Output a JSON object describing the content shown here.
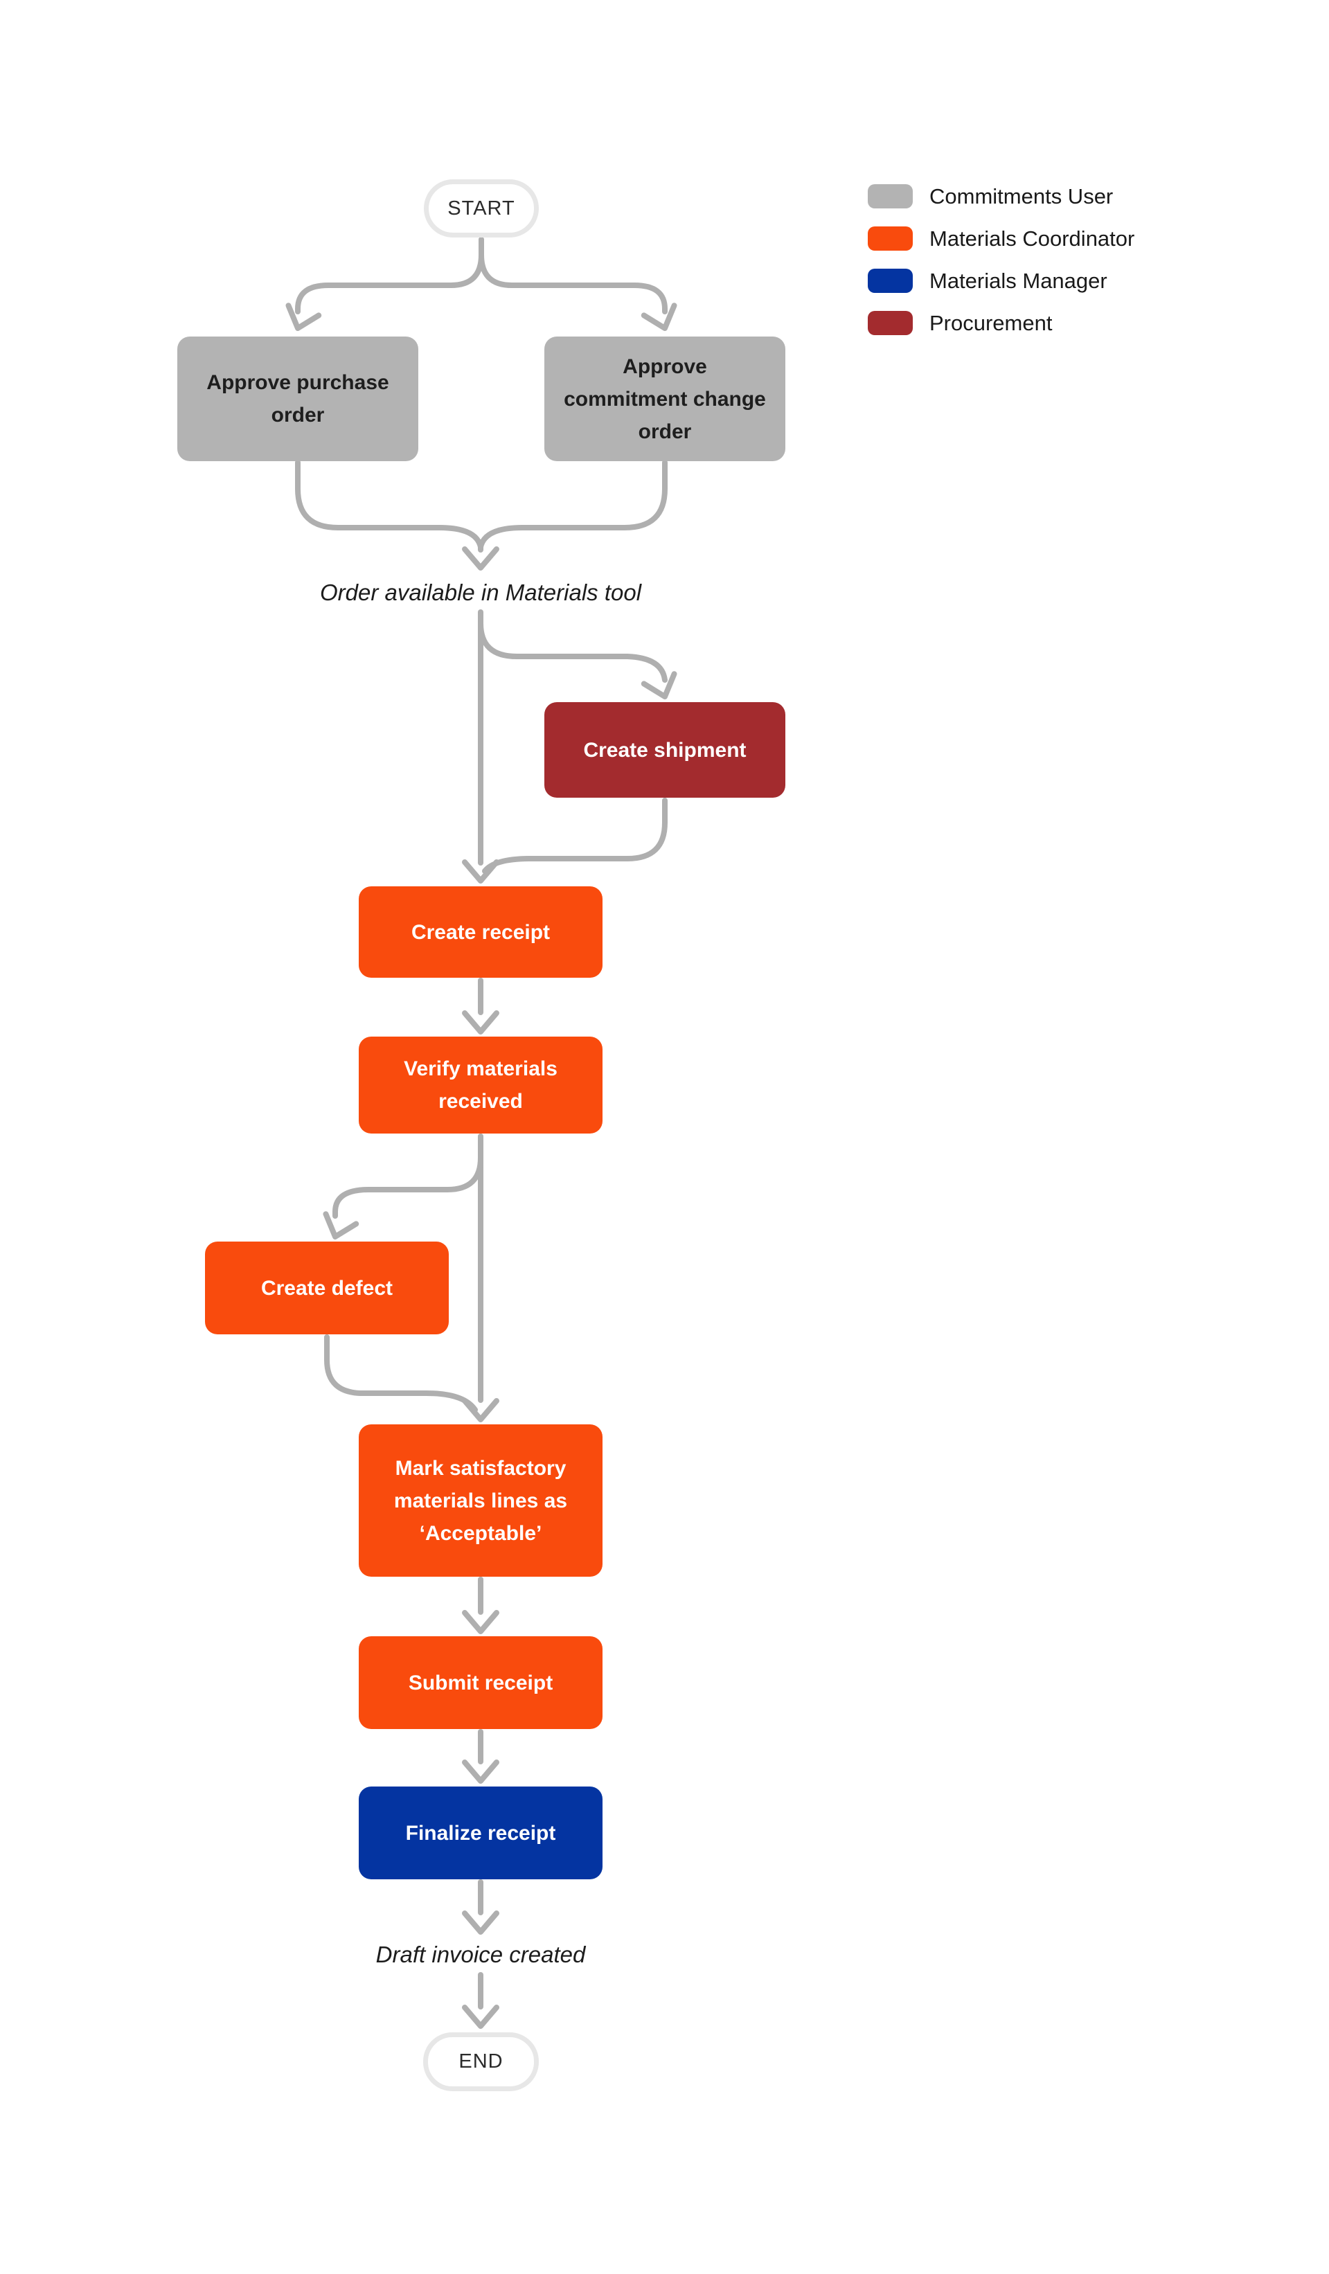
{
  "diagram": {
    "start_label": "START",
    "end_label": "END",
    "nodes": {
      "approve_purchase_order": "Approve purchase\norder",
      "approve_commitment_change_order": "Approve\ncommitment change\norder",
      "create_shipment": "Create shipment",
      "create_receipt": "Create receipt",
      "verify_materials_received": "Verify materials\nreceived",
      "create_defect": "Create defect",
      "mark_satisfactory": "Mark satisfactory\nmaterials lines as\n‘Acceptable’",
      "submit_receipt": "Submit receipt",
      "finalize_receipt": "Finalize receipt"
    },
    "milestones": {
      "order_available": "Order available in Materials tool",
      "draft_invoice_created": "Draft invoice created"
    }
  },
  "legend": {
    "items": [
      {
        "label": "Commitments User"
      },
      {
        "label": "Materials Coordinator"
      },
      {
        "label": "Materials Manager"
      },
      {
        "label": "Procurement"
      }
    ]
  },
  "colors": {
    "commitments_user": "#b3b3b3",
    "materials_coordinator": "#f94b0d",
    "materials_manager": "#0434a1",
    "procurement": "#a32b2e",
    "connector": "#afafaf",
    "terminal_border": "#e7e7e7",
    "text_dark": "#1e1e1e",
    "text_light": "#ffffff"
  }
}
